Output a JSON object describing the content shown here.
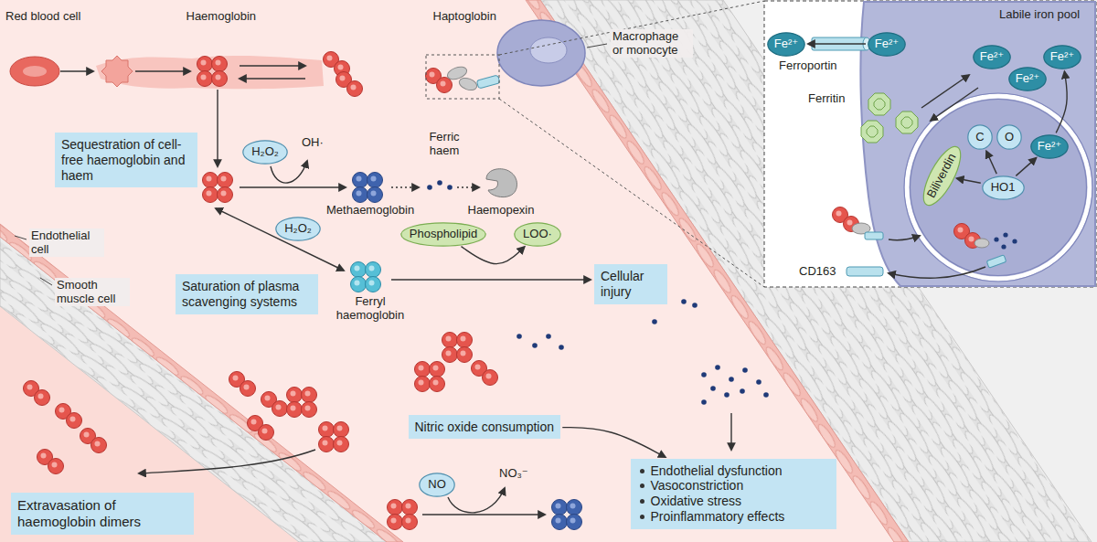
{
  "diagram": {
    "nodes": [
      {
        "text": [
          "Sequestration of cell-free haemoglobin and haem"
        ]
      },
      {
        "text": [
          "H₂O₂"
        ]
      },
      {
        "text": [
          "H₂O₂"
        ]
      },
      {
        "text": [
          "Saturation of plasma scavenging systems"
        ]
      },
      {
        "text": [
          "Phospholipid"
        ]
      },
      {
        "text": [
          "LOO·"
        ]
      },
      {
        "text": [
          "Cellular injury"
        ]
      },
      {
        "text": [
          "Nitric oxide consumption"
        ]
      },
      {
        "text": [
          "NO"
        ]
      },
      {
        "text": [
          "Endothelial dysfunction",
          "Vasoconstriction",
          "Oxidative stress",
          "Proinflammatory effects"
        ]
      },
      {
        "text": [
          "Extravasation of haemoglobin dimers"
        ]
      },
      {
        "text": [
          "Fe²⁺"
        ]
      },
      {
        "text": [
          "Fe²⁺"
        ]
      },
      {
        "text": [
          "Fe²⁺"
        ]
      },
      {
        "text": [
          "Fe²⁺"
        ]
      },
      {
        "text": [
          "Fe²⁺"
        ]
      },
      {
        "text": [
          "C"
        ]
      },
      {
        "text": [
          "O"
        ]
      },
      {
        "text": [
          "Biliverdin"
        ]
      },
      {
        "text": [
          "HO1"
        ]
      },
      {
        "text": [
          "Fe²⁺"
        ]
      }
    ],
    "edges": [
      {
        "from": 4,
        "to": 5,
        "arrow": "to"
      },
      {
        "from": 7,
        "to": 9,
        "arrow": "to"
      },
      {
        "from": 12,
        "to": 11,
        "arrow": "to"
      },
      {
        "from": 19,
        "to": 18,
        "arrow": "to"
      },
      {
        "from": 19,
        "to": 16,
        "arrow": "to"
      },
      {
        "from": 19,
        "to": 20,
        "arrow": "to"
      },
      {
        "from": 20,
        "to": 14,
        "arrow": "to"
      }
    ],
    "labels": [
      "Red blood cell",
      "Haemoglobin",
      "Haptoglobin",
      "Macrophage or monocyte",
      "Methaemoglobin",
      "Ferric haem",
      "Haemopexin",
      "OH·",
      "Ferryl haemoglobin",
      "Endothelial cell",
      "Smooth muscle cell",
      "NO₃⁻",
      "Labile iron pool",
      "Ferroportin",
      "Ferritin",
      "CD163"
    ]
  }
}
